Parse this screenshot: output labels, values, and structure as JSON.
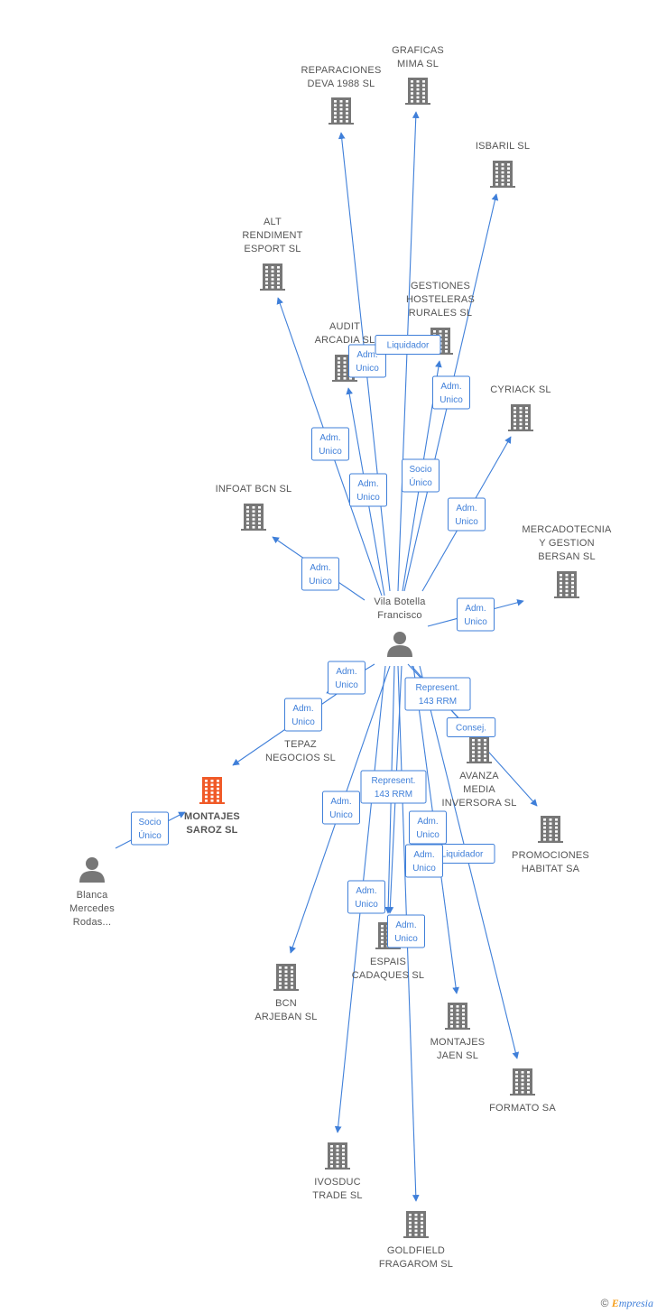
{
  "colors": {
    "edge": "#3f7fd9",
    "building": "#777777",
    "focus_building": "#f05a28",
    "person": "#777777",
    "label": "#555555"
  },
  "nodes": [
    {
      "id": "vila",
      "type": "person",
      "label": [
        "Vila Botella",
        "Francisco"
      ]
    },
    {
      "id": "blanca",
      "type": "person",
      "label": [
        "Blanca",
        "Mercedes",
        "Rodas..."
      ]
    },
    {
      "id": "montajes_saroz",
      "type": "company",
      "focus": true,
      "label": [
        "MONTAJES",
        "SAROZ SL"
      ]
    },
    {
      "id": "reparaciones",
      "type": "company",
      "label": [
        "REPARACIONES",
        "DEVA 1988 SL"
      ]
    },
    {
      "id": "graficas",
      "type": "company",
      "label": [
        "GRAFICAS",
        "MIMA SL"
      ]
    },
    {
      "id": "isbaril",
      "type": "company",
      "label": [
        "ISBARIL SL"
      ]
    },
    {
      "id": "alt",
      "type": "company",
      "label": [
        "ALT",
        "RENDIMENT",
        "ESPORT SL"
      ]
    },
    {
      "id": "gestiones",
      "type": "company",
      "label": [
        "GESTIONES",
        "HOSTELERAS",
        "RURALES SL"
      ]
    },
    {
      "id": "audit",
      "type": "company",
      "label": [
        "AUDIT",
        "ARCADIA SL"
      ]
    },
    {
      "id": "cyriack",
      "type": "company",
      "label": [
        "CYRIACK SL"
      ]
    },
    {
      "id": "infoat",
      "type": "company",
      "label": [
        "INFOAT BCN SL"
      ]
    },
    {
      "id": "mercadotecnia",
      "type": "company",
      "label": [
        "MERCADOTECNIA",
        "Y GESTION",
        "BERSAN SL"
      ]
    },
    {
      "id": "tepaz",
      "type": "company",
      "label": [
        "TEPAZ",
        "NEGOCIOS SL"
      ]
    },
    {
      "id": "avanza",
      "type": "company",
      "label": [
        "AVANZA",
        "MEDIA",
        "INVERSORA SL"
      ]
    },
    {
      "id": "promociones",
      "type": "company",
      "label": [
        "PROMOCIONES",
        "HABITAT SA"
      ]
    },
    {
      "id": "espais",
      "type": "company",
      "label": [
        "ESPAIS",
        "CADAQUES SL"
      ]
    },
    {
      "id": "bcn_arjeban",
      "type": "company",
      "label": [
        "BCN",
        "ARJEBAN SL"
      ]
    },
    {
      "id": "montajes_jaen",
      "type": "company",
      "label": [
        "MONTAJES",
        "JAEN SL"
      ]
    },
    {
      "id": "formato",
      "type": "company",
      "label": [
        "FORMATO SA"
      ]
    },
    {
      "id": "ivosduc",
      "type": "company",
      "label": [
        "IVOSDUC",
        "TRADE SL"
      ]
    },
    {
      "id": "goldfield",
      "type": "company",
      "label": [
        "GOLDFIELD",
        "FRAGAROM SL"
      ]
    }
  ],
  "edges": [
    {
      "from": "vila",
      "to": "reparaciones",
      "label": [
        "Adm.",
        "Unico"
      ]
    },
    {
      "from": "vila",
      "to": "graficas",
      "label": [
        "Liquidador"
      ]
    },
    {
      "from": "vila",
      "to": "isbaril",
      "label": [
        "Adm.",
        "Unico"
      ]
    },
    {
      "from": "vila",
      "to": "alt",
      "label": [
        "Adm.",
        "Unico"
      ]
    },
    {
      "from": "vila",
      "to": "gestiones",
      "label": [
        "Socio",
        "Único"
      ]
    },
    {
      "from": "vila",
      "to": "audit",
      "label": [
        "Adm.",
        "Unico"
      ]
    },
    {
      "from": "vila",
      "to": "cyriack",
      "label": [
        "Adm.",
        "Unico"
      ]
    },
    {
      "from": "vila",
      "to": "infoat",
      "label": [
        "Adm.",
        "Unico"
      ]
    },
    {
      "from": "vila",
      "to": "mercadotecnia",
      "label": [
        "Adm.",
        "Unico"
      ]
    },
    {
      "from": "vila",
      "to": "tepaz",
      "label": [
        "Adm.",
        "Unico"
      ]
    },
    {
      "from": "vila",
      "to": "montajes_saroz",
      "label": [
        "Adm.",
        "Unico"
      ]
    },
    {
      "from": "vila",
      "to": "avanza",
      "label": [
        "Represent.",
        "143 RRM"
      ]
    },
    {
      "from": "vila",
      "to": "promociones",
      "label": [
        "Consej."
      ]
    },
    {
      "from": "vila",
      "to": "bcn_arjeban",
      "label": [
        "Adm.",
        "Unico"
      ]
    },
    {
      "from": "vila",
      "to": "espais",
      "label": [
        "Represent.",
        "143 RRM"
      ]
    },
    {
      "from": "vila",
      "to": "montajes_jaen",
      "label": [
        "Adm.",
        "Unico"
      ]
    },
    {
      "from": "vila",
      "to": "formato",
      "label": [
        "Liquidador"
      ]
    },
    {
      "from": "vila",
      "to": "ivosduc",
      "label": [
        "Adm.",
        "Unico"
      ]
    },
    {
      "from": "vila",
      "to": "goldfield",
      "label": [
        "Adm.",
        "Unico"
      ]
    },
    {
      "from": "vila",
      "to": "espais",
      "label": [
        "Adm.",
        "Unico"
      ]
    },
    {
      "from": "blanca",
      "to": "montajes_saroz",
      "label": [
        "Socio",
        "Único"
      ]
    }
  ],
  "watermark": {
    "copyright": "©",
    "brand_initial": "E",
    "brand_rest": "mpresia"
  }
}
